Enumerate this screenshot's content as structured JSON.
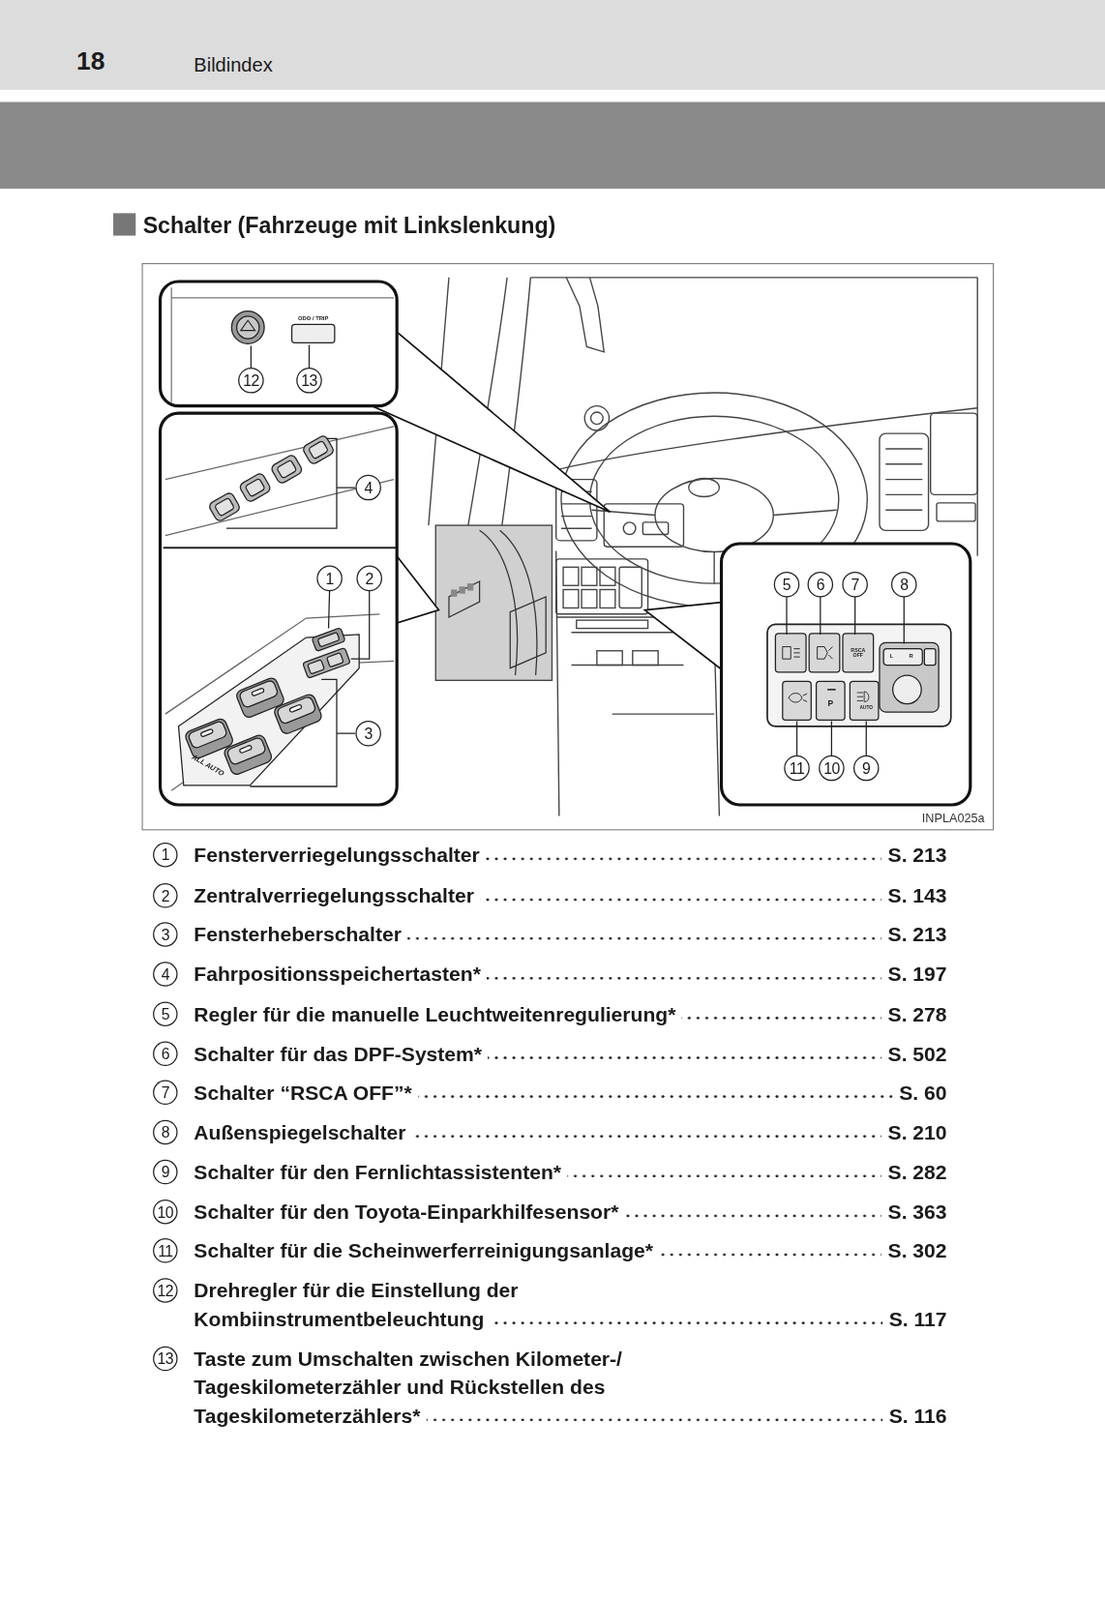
{
  "diagram": {
    "title": "Schalter (Fahrzeuge mit Linkslenkung)",
    "nodes": [
      {
        "text": [
          "18",
          "Bildindex"
        ]
      }
    ],
    "labels": [
      "12",
      "13",
      "ODO / TRIP",
      "4",
      "1",
      "2",
      "3",
      "ALL AUTO",
      "5",
      "6",
      "7",
      "8",
      "RSCA OFF",
      "L",
      "R",
      "P",
      "AUTO",
      "11",
      "10",
      "9",
      "INPLA025a",
      "1",
      "Fensterverriegelungsschalter",
      "S. 213",
      "2",
      "Zentralverriegelungsschalter",
      "S. 143",
      "3",
      "Fensterheberschalter",
      "S. 213",
      "4",
      "Fahrpositionsspeichertasten*",
      "S. 197",
      "5",
      "Regler für die manuelle Leuchtweitenregulierung*",
      "S. 278",
      "6",
      "Schalter für das DPF-System*",
      "S. 502",
      "7",
      "Schalter “RSCA OFF”*",
      "S. 60",
      "8",
      "Außenspiegelschalter",
      "S. 210",
      "9",
      "Schalter für den Fernlichtassistenten*",
      "S. 282",
      "10",
      "Schalter für den Toyota-Einparkhilfesensor*",
      "S. 363",
      "11",
      "Schalter für die Scheinwerferreinigungsanlage*",
      "S. 302",
      "12",
      "Drehregler für die Einstellung der Kombiinstrumentbeleuchtung",
      "S. 117",
      "13",
      "Taste zum Umschalten zwischen Kilometer-/ Tageskilometerzähler und Rückstellen des Tageskilometerzählers*",
      "S. 116"
    ]
  }
}
